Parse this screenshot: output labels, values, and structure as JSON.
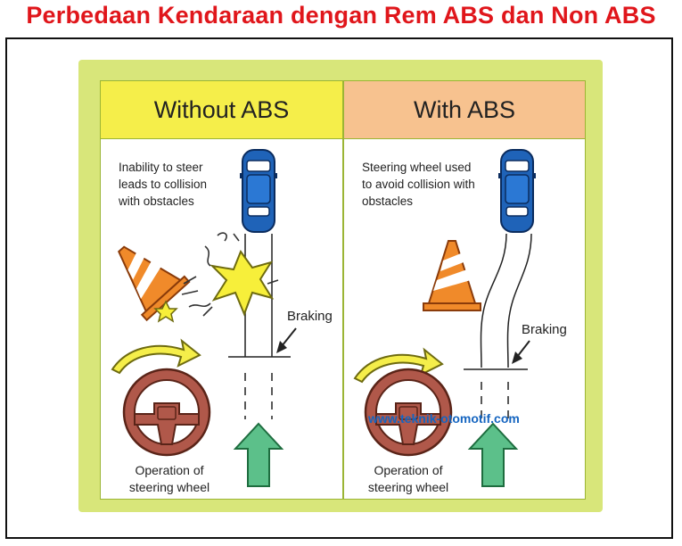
{
  "title": "Perbedaan Kendaraan dengan Rem ABS dan Non ABS",
  "panels": [
    {
      "heading": "Without ABS",
      "caption": "Inability to steer\nleads to collision\nwith obstacles",
      "braking_label": "Braking",
      "operation_caption": "Operation of\nsteering wheel"
    },
    {
      "heading": "With ABS",
      "caption": "Steering wheel used\nto avoid collision with\nobstacles",
      "braking_label": "Braking",
      "operation_caption": "Operation of\nsteering wheel"
    }
  ],
  "watermark": "www.teknik-otomotif.com",
  "colors": {
    "title": "#e0161b",
    "figure_background": "#d8e67a",
    "without_abs_header": "#f5ee4a",
    "with_abs_header": "#f7c28f",
    "car_body": "#1f63b8",
    "cone_orange": "#f08a2a",
    "collision_star": "#f7ef3a",
    "steering_wheel": "#b0584a",
    "turn_arrow": "#f5ee4a",
    "forward_arrow": "#5cc08a",
    "watermark": "#1565c0"
  },
  "icons": [
    "car-icon",
    "traffic-cone-icon",
    "collision-star-icon",
    "steering-wheel-icon",
    "turn-arrow-icon",
    "forward-arrow-icon"
  ]
}
